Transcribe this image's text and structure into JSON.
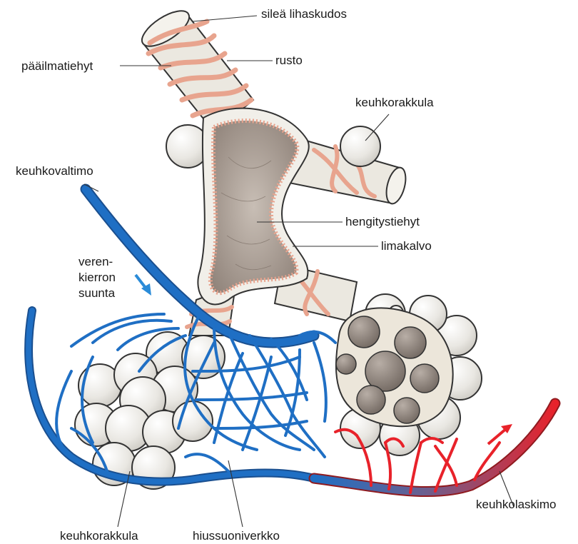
{
  "labels": {
    "smooth_muscle": "sileä lihaskudos",
    "main_bronchus": "pääilmatiehyt",
    "cartilage": "rusto",
    "alveolus_top": "keuhkorakkula",
    "pulmonary_artery": "keuhkovaltimo",
    "bronchiole": "hengitystiehyt",
    "mucosa": "limakalvo",
    "flow_direction": "veren-kierron suunta",
    "alveolus_bottom": "keuhkorakkula",
    "capillary_network": "hiussuoniverkko",
    "pulmonary_vein": "keuhkolaskimo"
  },
  "colors": {
    "artery": "#1f6fc4",
    "vein": "#e8222a",
    "muscle": "#e8a48e",
    "cartilage": "#ebe8e0",
    "alveolus": "#efeeea",
    "mucosa": "#a89b8e"
  },
  "icons": [
    "arrow-blue-icon",
    "arrow-red-icon"
  ]
}
